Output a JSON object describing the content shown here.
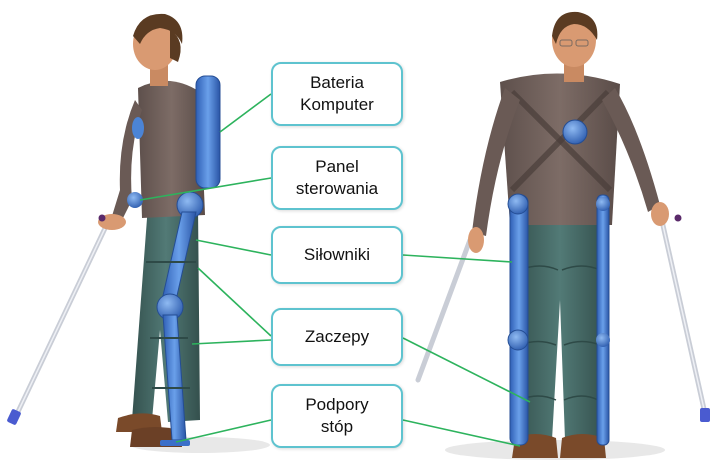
{
  "labels": [
    {
      "id": "battery",
      "lines": [
        "Bateria",
        "Komputer"
      ]
    },
    {
      "id": "panel",
      "lines": [
        "Panel",
        "sterowania"
      ]
    },
    {
      "id": "actuators",
      "lines": [
        "Siłowniki"
      ]
    },
    {
      "id": "straps",
      "lines": [
        "Zaczepy"
      ]
    },
    {
      "id": "footrests",
      "lines": [
        "Podpory",
        "stóp"
      ]
    }
  ],
  "colors": {
    "box_border": "#5ec3cf",
    "leader_line": "#2db35d",
    "exoskeleton": "#3b6fc9",
    "shirt": "#6f5f5a",
    "pants": "#3f625f",
    "skin": "#d99a72",
    "hair": "#5a3b22",
    "shoes": "#7a4a2a",
    "crutch": "#c9cdd6",
    "crutch_tip": "#4a5bd0"
  }
}
